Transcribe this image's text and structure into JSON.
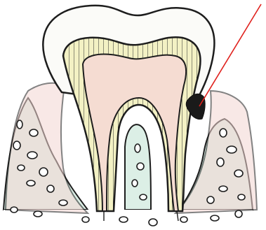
{
  "colors": {
    "enamel": "#fbfbf8",
    "dentin": "#f3f1c4",
    "pulp": "#f5dcd2",
    "gum": "#f4d7d3",
    "bone": "#dcefe6",
    "outline": "#1d1d1d",
    "caries": "#1a1a1a",
    "pointer": "#e0201c"
  },
  "icons": [
    "tooth-cross-section",
    "caries-spot",
    "pointer-line"
  ]
}
